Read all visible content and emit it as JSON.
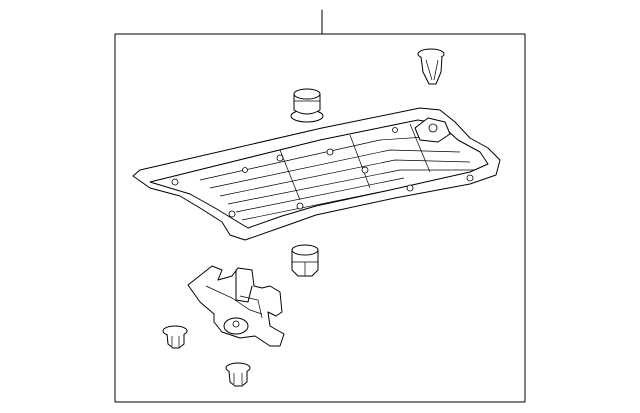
{
  "diagram": {
    "parts": [
      {
        "name": "under-cover"
      },
      {
        "name": "push-clip-upper"
      },
      {
        "name": "stud-clip-upper-left"
      },
      {
        "name": "nut-clip-center"
      },
      {
        "name": "bracket"
      },
      {
        "name": "grommet-lower-left"
      },
      {
        "name": "grommet-lower-center"
      }
    ]
  }
}
